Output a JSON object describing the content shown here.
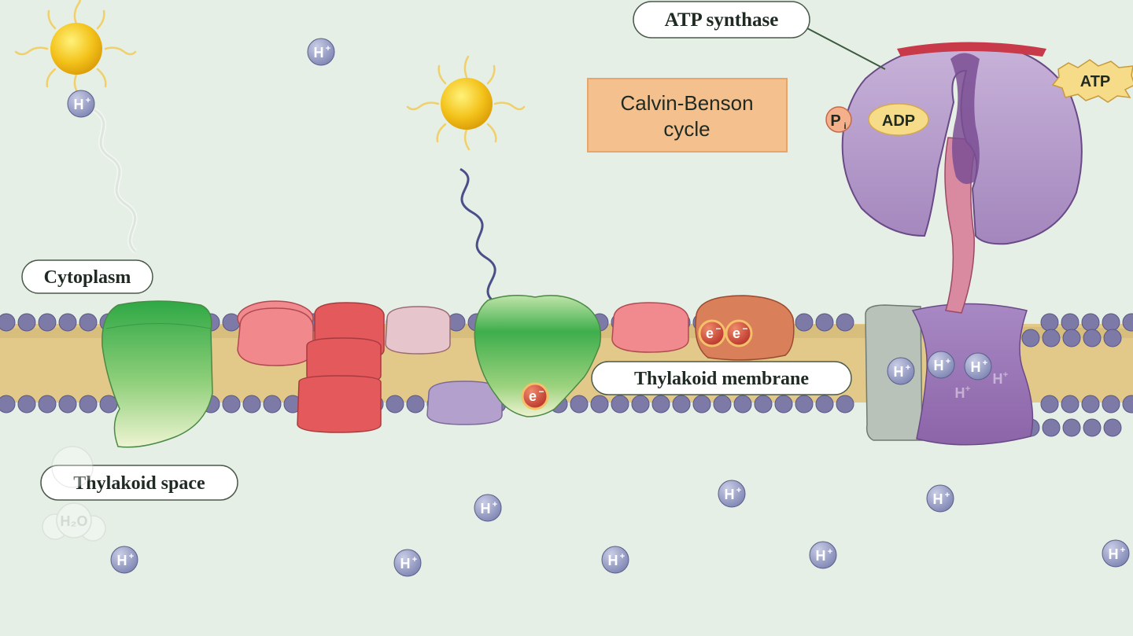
{
  "labels": {
    "atp_synthase": "ATP synthase",
    "calvin_line1": "Calvin-Benson",
    "calvin_line2": "cycle",
    "cytoplasm": "Cytoplasm",
    "thylakoid_membrane": "Thylakoid membrane",
    "thylakoid_space": "Thylakoid space",
    "atp": "ATP",
    "adp": "ADP",
    "pi": "P",
    "pi_sub": "i",
    "h2o": "H₂O"
  },
  "ions": {
    "h_plus": "H",
    "h_plus_sup": "+",
    "electron": "e",
    "electron_sup": "−"
  },
  "colors": {
    "background": "#e6efe6",
    "membrane_core": "#e2c98a",
    "lipid_head": "#7d7aa8",
    "photosystem_green": "#3fae4e",
    "cytochrome_red": "#e2575a",
    "atp_synthase_purple": "#b79ac9",
    "calvin_box": "#f4c08e"
  }
}
